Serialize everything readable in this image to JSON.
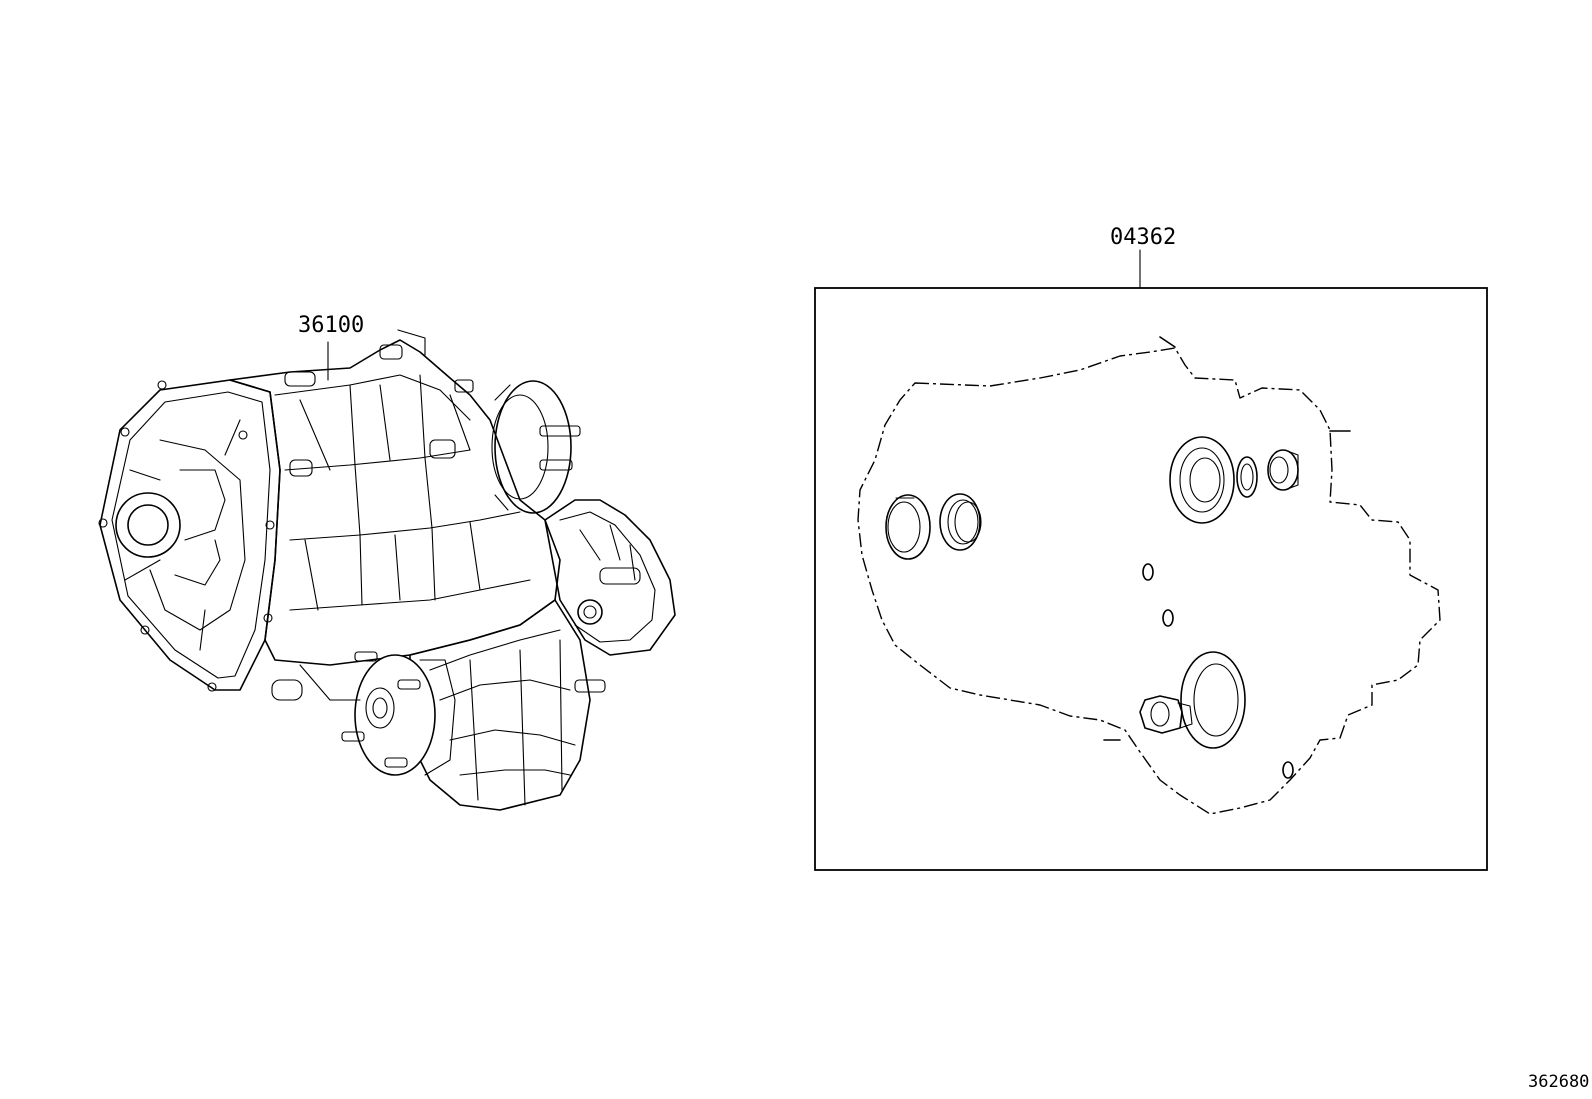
{
  "diagram": {
    "parts": [
      {
        "number": "36100"
      },
      {
        "number": "04362"
      }
    ],
    "figure_id": "362680"
  }
}
